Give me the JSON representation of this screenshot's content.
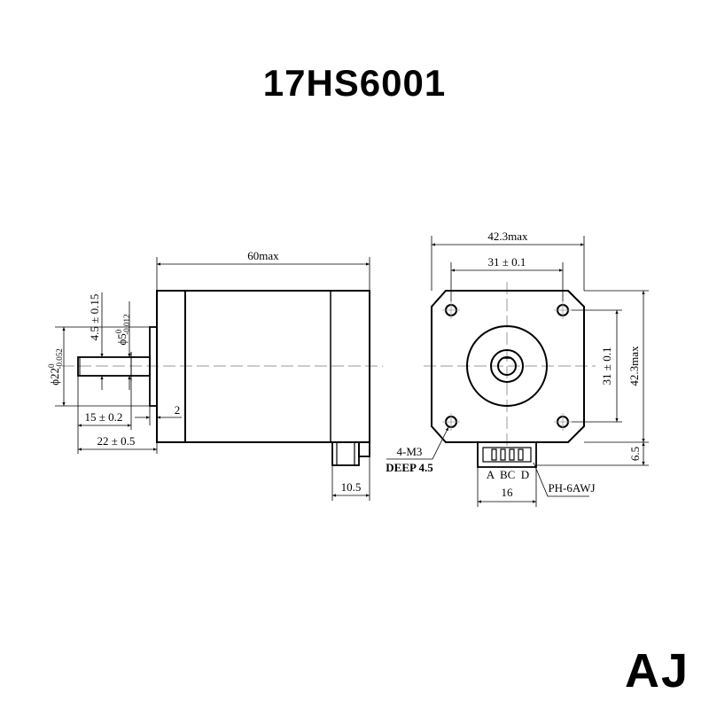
{
  "title": "17HS6001",
  "logo": "AJ",
  "colors": {
    "line": "#000000",
    "centerline": "#9a9a9a",
    "background": "#ffffff"
  },
  "side_view": {
    "body_length": "60max",
    "shaft_diameter_label": "ϕ5",
    "shaft_diameter_tol_upper": "0",
    "shaft_diameter_tol_lower": "-0.012",
    "boss_diameter_label": "ϕ22",
    "boss_diameter_tol_upper": "0",
    "boss_diameter_tol_lower": "-0.052",
    "flat_depth": "4.5 ± 0.15",
    "shaft_flat_length": "15 ± 0.2",
    "shaft_length": "22 ± 0.5",
    "boss_height": "2",
    "connector_width": "10.5"
  },
  "front_view": {
    "overall_width": "42.3max",
    "hole_spacing_h": "31 ± 0.1",
    "hole_spacing_v": "31 ± 0.1",
    "overall_height": "42.3max",
    "connector_offset": "6.5",
    "mount_holes": "4-M3",
    "mount_depth": "DEEP 4.5",
    "connector_pins": "A  BC  D",
    "connector_width": "16",
    "connector_type": "PH-6AWJ"
  }
}
